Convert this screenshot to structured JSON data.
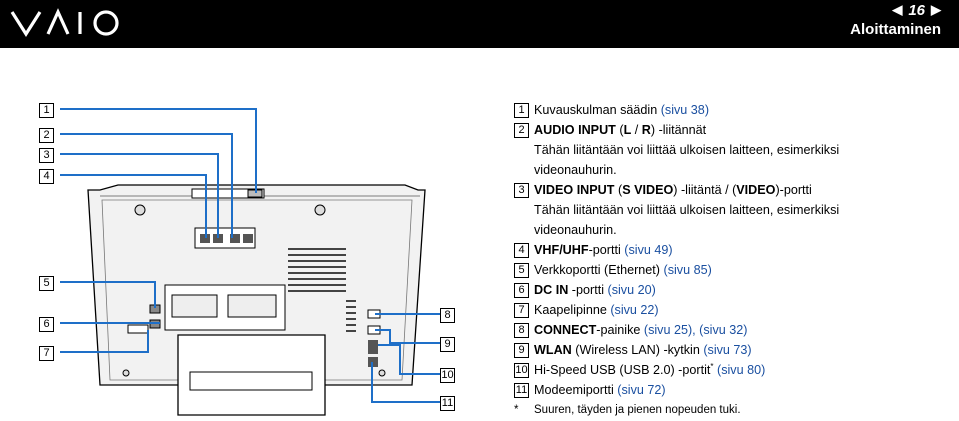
{
  "header": {
    "logo_text": "VAIO",
    "page_number": "16",
    "prev_arrow": "◀",
    "next_arrow": "▶",
    "section_title": "Aloittaminen"
  },
  "diagram_labels": {
    "left": [
      "1",
      "2",
      "3",
      "4",
      "5",
      "6",
      "7"
    ],
    "right": [
      "8",
      "9",
      "10",
      "11"
    ]
  },
  "items": [
    {
      "num": "1",
      "parts": [
        {
          "t": "Kuvauskulman säädin ",
          "s": "n"
        },
        {
          "t": "(sivu 38)",
          "s": "link"
        }
      ]
    },
    {
      "num": "2",
      "parts": [
        {
          "t": "AUDIO INPUT",
          "s": "b"
        },
        {
          "t": " (",
          "s": "n"
        },
        {
          "t": "L",
          "s": "b"
        },
        {
          "t": " / ",
          "s": "n"
        },
        {
          "t": "R",
          "s": "b"
        },
        {
          "t": ") -liitännät",
          "s": "n"
        }
      ],
      "desc": "Tähän liitäntään voi liittää ulkoisen laitteen, esimerkiksi videonauhurin."
    },
    {
      "num": "3",
      "parts": [
        {
          "t": "VIDEO INPUT",
          "s": "b"
        },
        {
          "t": " (",
          "s": "n"
        },
        {
          "t": "S VIDEO",
          "s": "b"
        },
        {
          "t": ") -liitäntä / (",
          "s": "n"
        },
        {
          "t": "VIDEO",
          "s": "b"
        },
        {
          "t": ")-portti",
          "s": "n"
        }
      ],
      "desc": "Tähän liitäntään voi liittää ulkoisen laitteen, esimerkiksi videonauhurin."
    },
    {
      "num": "4",
      "parts": [
        {
          "t": "VHF/UHF",
          "s": "b"
        },
        {
          "t": "-portti ",
          "s": "n"
        },
        {
          "t": "(sivu 49)",
          "s": "link"
        }
      ]
    },
    {
      "num": "5",
      "parts": [
        {
          "t": "Verkkoportti (Ethernet) ",
          "s": "n"
        },
        {
          "t": "(sivu 85)",
          "s": "link"
        }
      ]
    },
    {
      "num": "6",
      "parts": [
        {
          "t": "DC IN",
          "s": "b"
        },
        {
          "t": " -portti ",
          "s": "n"
        },
        {
          "t": "(sivu 20)",
          "s": "link"
        }
      ]
    },
    {
      "num": "7",
      "parts": [
        {
          "t": "Kaapelipinne ",
          "s": "n"
        },
        {
          "t": "(sivu 22)",
          "s": "link"
        }
      ]
    },
    {
      "num": "8",
      "parts": [
        {
          "t": "CONNECT",
          "s": "b"
        },
        {
          "t": "-painike ",
          "s": "n"
        },
        {
          "t": "(sivu 25), (sivu 32)",
          "s": "link"
        }
      ]
    },
    {
      "num": "9",
      "parts": [
        {
          "t": "WLAN",
          "s": "b"
        },
        {
          "t": " (Wireless LAN) -kytkin ",
          "s": "n"
        },
        {
          "t": "(sivu 73)",
          "s": "link"
        }
      ]
    },
    {
      "num": "10",
      "parts": [
        {
          "t": "Hi-Speed USB (USB 2.0) -portit",
          "s": "n"
        },
        {
          "t": "*",
          "s": "sup"
        },
        {
          "t": " ",
          "s": "n"
        },
        {
          "t": "(sivu 80)",
          "s": "link"
        }
      ]
    },
    {
      "num": "11",
      "parts": [
        {
          "t": "Modeemiportti ",
          "s": "n"
        },
        {
          "t": "(sivu 72)",
          "s": "link"
        }
      ]
    }
  ],
  "footnote": {
    "mark": "*",
    "text": "Suuren, täyden ja pienen nopeuden tuki."
  },
  "colors": {
    "header_bg": "#000000",
    "link": "#1a4fa0",
    "leader_line": "#1e6fc8"
  }
}
